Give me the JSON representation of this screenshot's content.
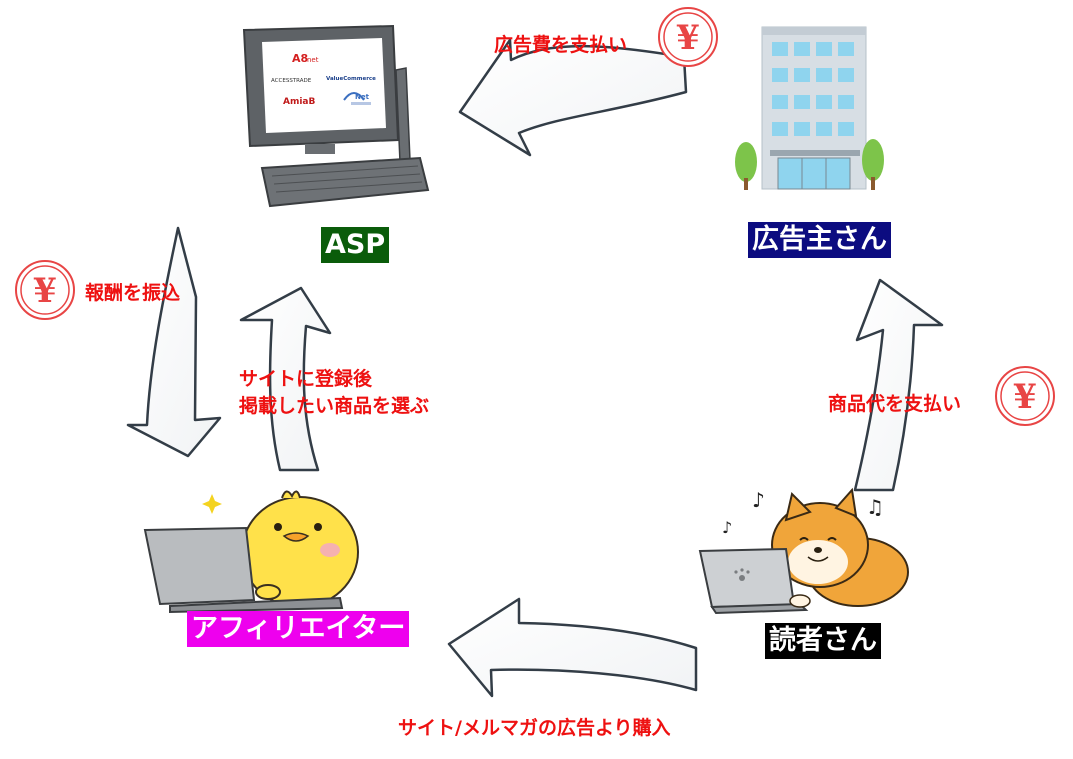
{
  "nodes": {
    "asp": {
      "label": "ASP",
      "bg": "#0a5c0a",
      "fg": "#ffffff"
    },
    "advertiser": {
      "label": "広告主さん",
      "bg": "#0c0c80",
      "fg": "#ffffff"
    },
    "affiliate": {
      "label": "アフィリエイター",
      "bg": "#ee00ee",
      "fg": "#ffffff"
    },
    "reader": {
      "label": "読者さん",
      "bg": "#000000",
      "fg": "#ffffff"
    }
  },
  "asp_logos": {
    "a8": "A8",
    "a8_suffix": "net",
    "access": "ACCESSTRADE",
    "valuecommerce": "ValueCommerce",
    "amiami": "AmiaB",
    "lnet": "Net"
  },
  "flows": {
    "ad_fee": "広告費を支払い",
    "reward": "報酬を振込",
    "register_line1": "サイトに登録後",
    "register_line2": "掲載したい商品を選ぶ",
    "product_payment": "商品代を支払い",
    "purchase": "サイト/メルマガの広告より購入"
  },
  "yen_symbol": "¥",
  "colors": {
    "accent_red": "#ee1111",
    "arrow_stroke": "#333d47"
  }
}
